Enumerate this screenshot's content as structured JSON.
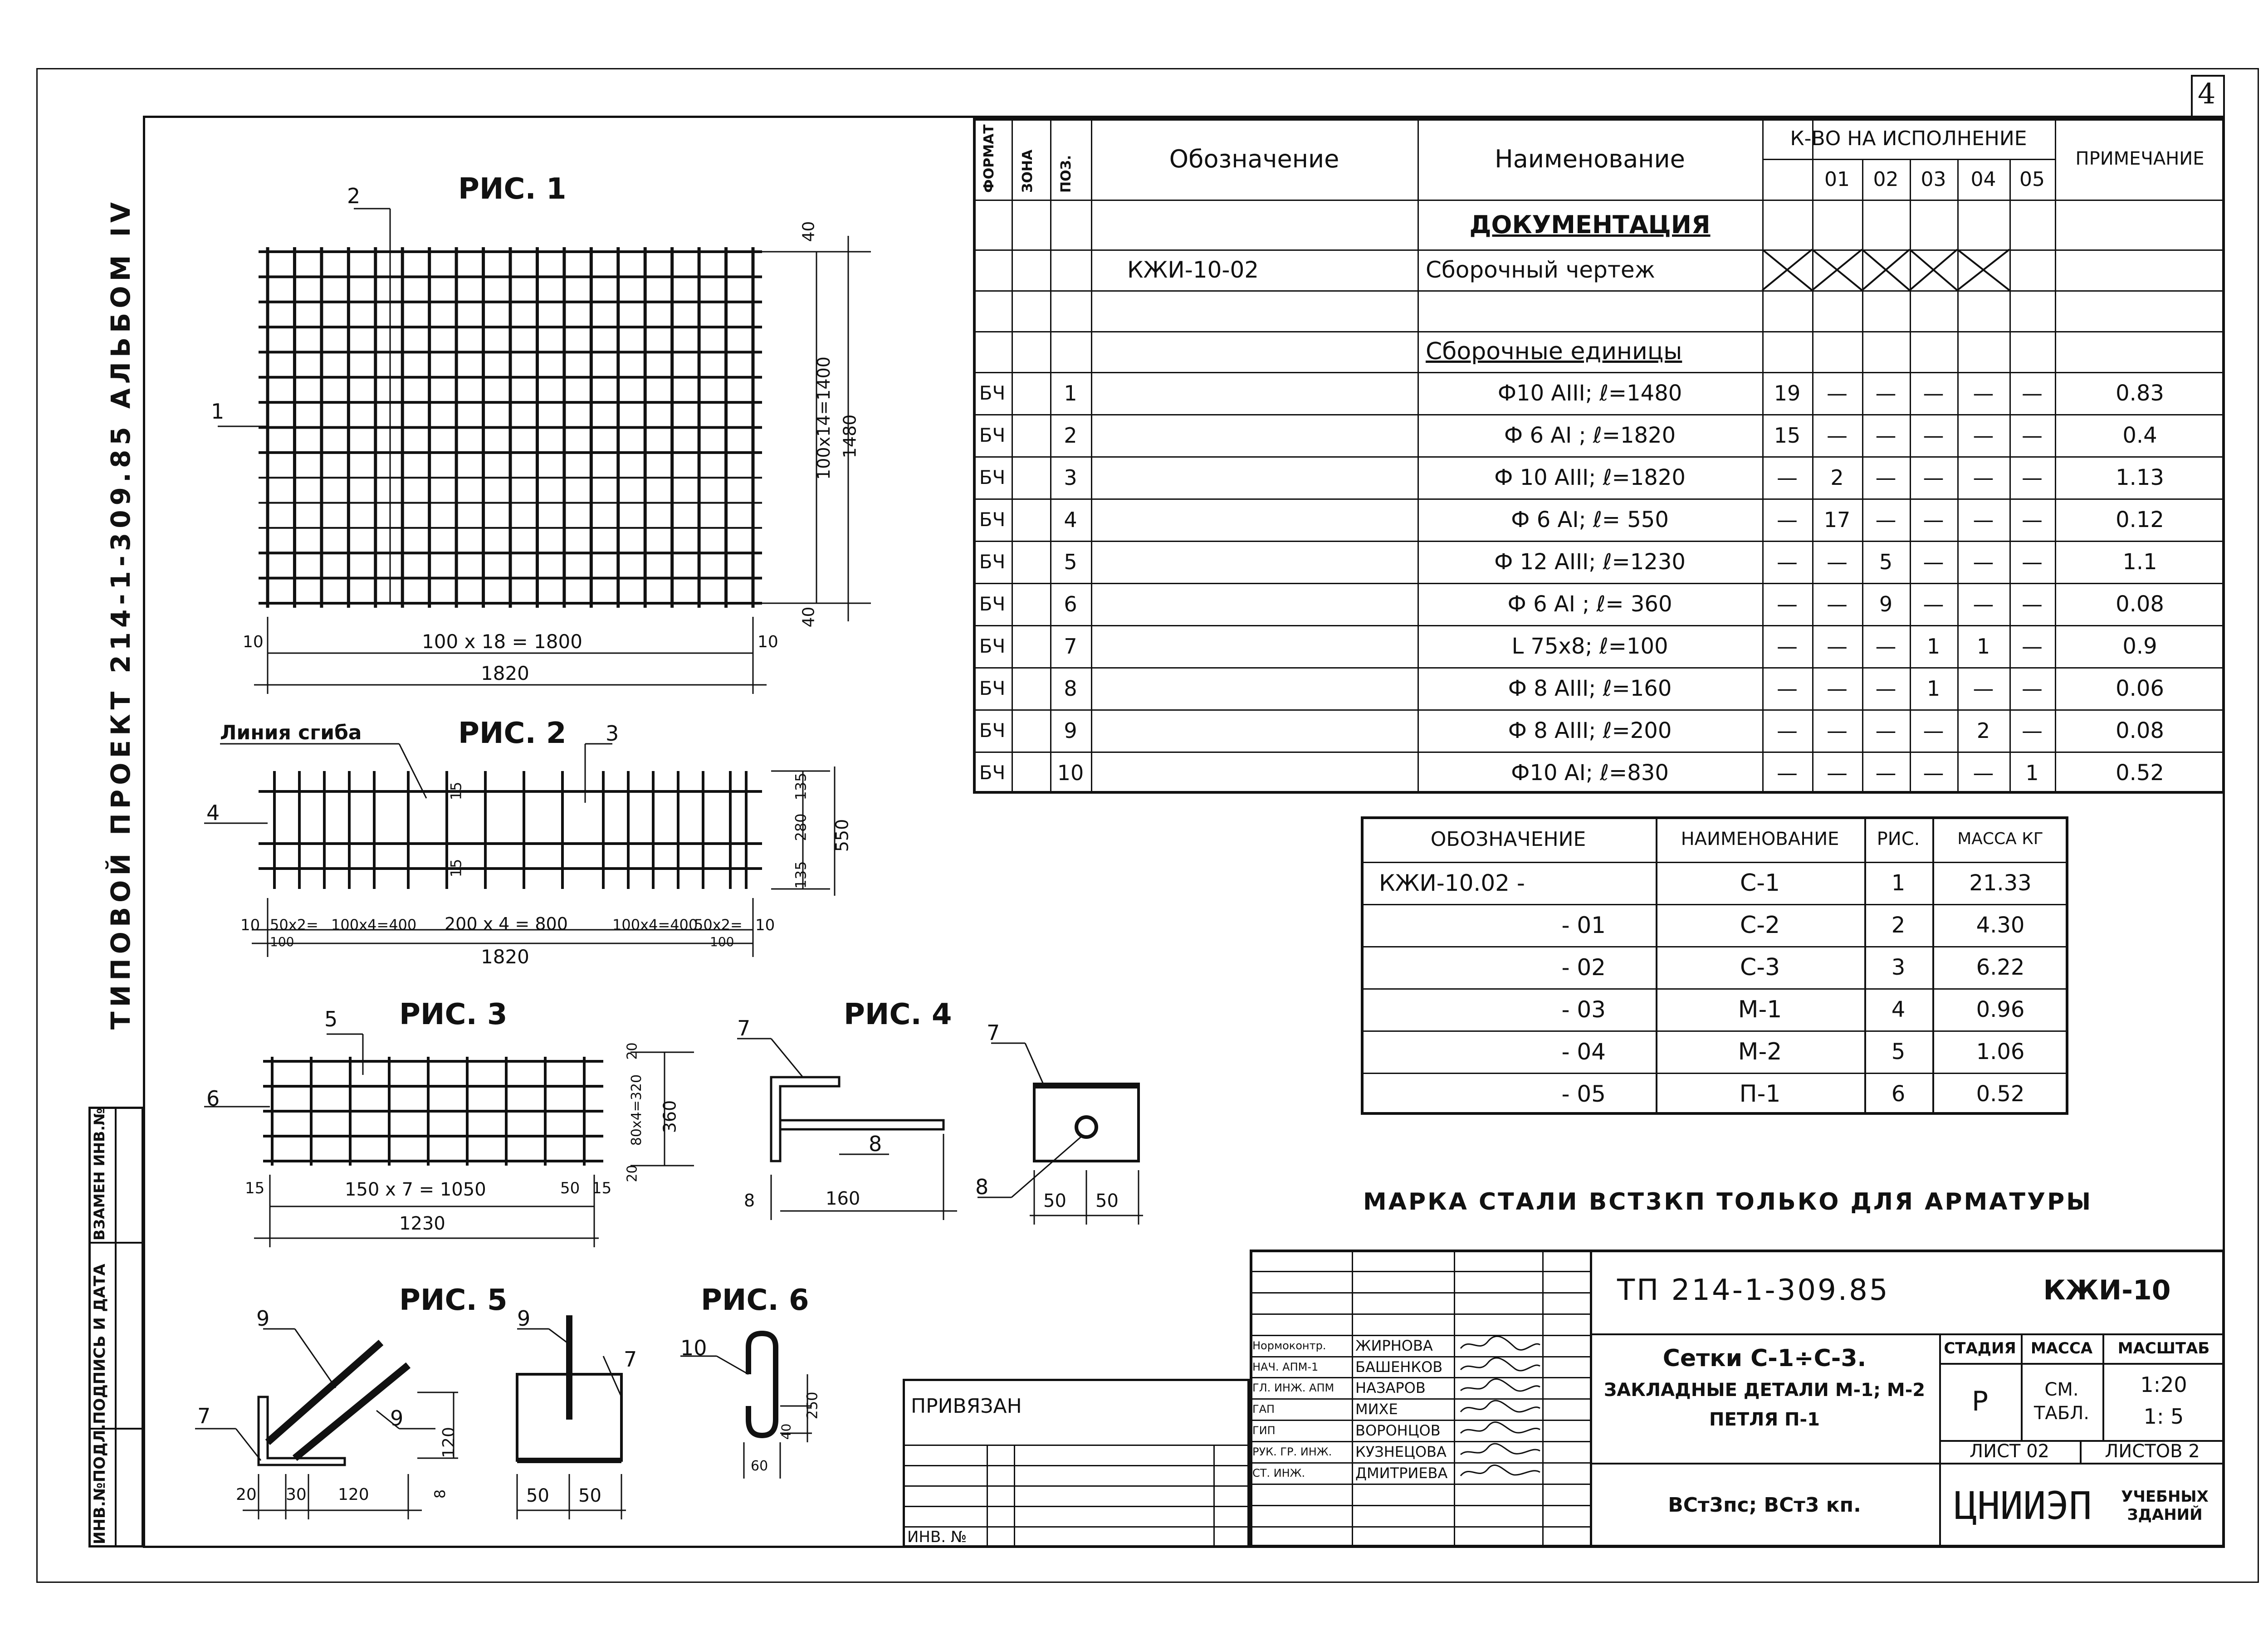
{
  "page_number": "4",
  "album_label": "ТИПОВОЙ ПРОЕКТ 214-1-309.85 АЛЬБОМ IV",
  "side_stamp": [
    "ИНВ.№ПОДЛ.",
    "ПОДПИСЬ И ДАТА",
    "ВЗАМЕН ИНВ.№"
  ],
  "figures": {
    "fig1": {
      "title": "РИС. 1",
      "labels": [
        "1",
        "2"
      ],
      "dims": [
        "40",
        "100х14=1400",
        "1480",
        "40",
        "10",
        "100 х 18 = 1800",
        "10",
        "1820"
      ]
    },
    "fig2": {
      "title": "РИС. 2",
      "bend": "Линия сгиба",
      "labels": [
        "3",
        "4"
      ],
      "dims": [
        "15",
        "15",
        "135",
        "280",
        "135",
        "550",
        "10",
        "50х2=",
        "100х4=400",
        "200 х 4 = 800",
        "100х4=400",
        "50х2=",
        "10",
        "100",
        "100",
        "1820"
      ]
    },
    "fig3": {
      "title": "РИС. 3",
      "labels": [
        "5",
        "6"
      ],
      "dims": [
        "20",
        "80х4=320",
        "20",
        "360",
        "15",
        "150 х 7 = 1050",
        "50",
        "15",
        "1230"
      ]
    },
    "fig4": {
      "title": "РИС. 4",
      "labels": [
        "7",
        "8",
        "7",
        "8"
      ],
      "dims": [
        "8",
        "160",
        "50",
        "50"
      ]
    },
    "fig5": {
      "title": "РИС. 5",
      "labels": [
        "9",
        "7",
        "9",
        "9",
        "7"
      ],
      "dims": [
        "120",
        "8",
        "20",
        "30",
        "120",
        "50",
        "50"
      ]
    },
    "fig6": {
      "title": "РИС. 6",
      "labels": [
        "10"
      ],
      "dims": [
        "250",
        "40",
        "60"
      ]
    }
  },
  "spec": {
    "headers": {
      "format": "ФОРМАТ",
      "zone": "ЗОНА",
      "pos": "ПОЗ.",
      "designation": "Обозначение",
      "name": "Наименование",
      "qty": "К-ВО НА ИСПОЛНЕНИЕ",
      "note": "ПРИМЕЧАНИЕ"
    },
    "variants": [
      "",
      "01",
      "02",
      "03",
      "04",
      "05"
    ],
    "section_docs": "ДОКУМЕНТАЦИЯ",
    "doc_row": {
      "designation": "КЖИ-10-02",
      "name": "Сборочный чертеж"
    },
    "section_units": "Сборочные единицы",
    "rows": [
      {
        "format": "БЧ",
        "pos": "1",
        "name": "Ф10 АIII; ℓ=1480",
        "q": [
          "19",
          "—",
          "—",
          "—",
          "—",
          "—"
        ],
        "note": "0.83"
      },
      {
        "format": "БЧ",
        "pos": "2",
        "name": "Ф 6 АI ; ℓ=1820",
        "q": [
          "15",
          "—",
          "—",
          "—",
          "—",
          "—"
        ],
        "note": "0.4"
      },
      {
        "format": "БЧ",
        "pos": "3",
        "name": "Ф 10 АIII; ℓ=1820",
        "q": [
          "—",
          "2",
          "—",
          "—",
          "—",
          "—"
        ],
        "note": "1.13"
      },
      {
        "format": "БЧ",
        "pos": "4",
        "name": "Ф 6 АI; ℓ= 550",
        "q": [
          "—",
          "17",
          "—",
          "—",
          "—",
          "—"
        ],
        "note": "0.12"
      },
      {
        "format": "БЧ",
        "pos": "5",
        "name": "Ф 12 АIII; ℓ=1230",
        "q": [
          "—",
          "—",
          "5",
          "—",
          "—",
          "—"
        ],
        "note": "1.1"
      },
      {
        "format": "БЧ",
        "pos": "6",
        "name": "Ф 6 АI ; ℓ= 360",
        "q": [
          "—",
          "—",
          "9",
          "—",
          "—",
          "—"
        ],
        "note": "0.08"
      },
      {
        "format": "БЧ",
        "pos": "7",
        "name": "L 75х8; ℓ=100",
        "q": [
          "—",
          "—",
          "—",
          "1",
          "1",
          "—"
        ],
        "note": "0.9"
      },
      {
        "format": "БЧ",
        "pos": "8",
        "name": "Ф 8 АIII; ℓ=160",
        "q": [
          "—",
          "—",
          "—",
          "1",
          "—",
          "—"
        ],
        "note": "0.06"
      },
      {
        "format": "БЧ",
        "pos": "9",
        "name": "Ф 8 АIII; ℓ=200",
        "q": [
          "—",
          "—",
          "—",
          "—",
          "2",
          "—"
        ],
        "note": "0.08"
      },
      {
        "format": "БЧ",
        "pos": "10",
        "name": "Ф10 АI; ℓ=830",
        "q": [
          "—",
          "—",
          "—",
          "—",
          "—",
          "1"
        ],
        "note": "0.52"
      }
    ]
  },
  "mass_table": {
    "headers": {
      "designation": "ОБОЗНАЧЕНИЕ",
      "name": "НАИМЕНОВАНИЕ",
      "fig": "РИС.",
      "mass": "МАССА КГ"
    },
    "rows": [
      {
        "designation": "КЖИ-10.02 -",
        "name": "С-1",
        "fig": "1",
        "mass": "21.33"
      },
      {
        "designation": "- 01",
        "name": "С-2",
        "fig": "2",
        "mass": "4.30"
      },
      {
        "designation": "- 02",
        "name": "С-3",
        "fig": "3",
        "mass": "6.22"
      },
      {
        "designation": "- 03",
        "name": "М-1",
        "fig": "4",
        "mass": "0.96"
      },
      {
        "designation": "- 04",
        "name": "М-2",
        "fig": "5",
        "mass": "1.06"
      },
      {
        "designation": "- 05",
        "name": "П-1",
        "fig": "6",
        "mass": "0.52"
      }
    ]
  },
  "steel_note": "МАРКА СТАЛИ ВСТ3КП ТОЛЬКО ДЛЯ АРМАТУРЫ",
  "privyazan": "ПРИВЯЗАН",
  "inv_no": "ИНВ. №",
  "title_block": {
    "project": "ТП 214-1-309.85",
    "code": "КЖИ-10",
    "roles": [
      {
        "role": "Нормоконтр.",
        "name": "ЖИРНОВА"
      },
      {
        "role": "НАЧ. АПМ-1",
        "name": "БАШЕНКОВ"
      },
      {
        "role": "ГЛ. ИНЖ. АПМ",
        "name": "НАЗАРОВ"
      },
      {
        "role": "ГАП",
        "name": "МИХЕ"
      },
      {
        "role": "ГИП",
        "name": "ВОРОНЦОВ"
      },
      {
        "role": "РУК. ГР. ИНЖ.",
        "name": "КУЗНЕЦОВА"
      },
      {
        "role": "СТ. ИНЖ.",
        "name": "ДМИТРИЕВА"
      }
    ],
    "drawing_name": [
      "Сетки С-1÷С-3.",
      "ЗАКЛАДНЫЕ ДЕТАЛИ М-1; М-2",
      "ПЕТЛЯ П-1"
    ],
    "stage_label": "СТАДИЯ",
    "mass_label": "МАССА",
    "scale_label": "МАСШТАБ",
    "stage": "Р",
    "mass_value": "СМ. ТАБЛ.",
    "scale": [
      "1:20",
      "1: 5"
    ],
    "sheet": "ЛИСТ 02",
    "sheets": "ЛИСТОВ 2",
    "material": "ВСт3пс; ВСт3 кп.",
    "org": "ЦНИИЭП",
    "org_sub": "УЧЕБНЫХ ЗДАНИЙ"
  }
}
